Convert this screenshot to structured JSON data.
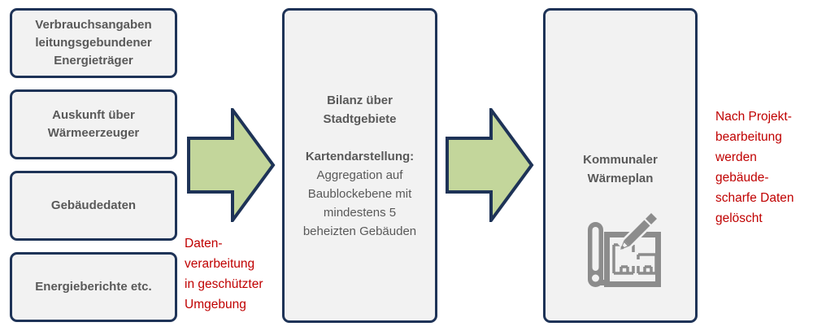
{
  "colors": {
    "box_border": "#1e3357",
    "box_fill": "#f2f2f2",
    "arrow_fill": "#c3d69b",
    "box_text": "#595959",
    "annotation_red": "#c00000",
    "icon_gray": "#8c8c8c"
  },
  "inputs": [
    {
      "label": "Verbrauchsangaben\nleitungsgebundener\nEnergieträger"
    },
    {
      "label": "Auskunft über\nWärmeerzeuger"
    },
    {
      "label": "Gebäudedaten"
    },
    {
      "label": "Energieberichte etc."
    }
  ],
  "process_box": {
    "title": "Bilanz über\nStadtgebiete",
    "map_heading": "Kartendarstellung:",
    "map_description": "Aggregation auf\nBaublockebene mit\nmindestens 5\nbeheizten Gebäuden"
  },
  "output_box": {
    "title": "Kommunaler\nWärmeplan",
    "icon": "blueprint-pencil-icon"
  },
  "annotations": {
    "processing": "Daten-\nverarbeitung\nin geschützter\nUmgebung",
    "deletion": "Nach Projekt-\nbearbeitung\nwerden\ngebäude-\nscharfe Daten\ngelöscht"
  },
  "arrows": [
    "flow-arrow-1",
    "flow-arrow-2"
  ]
}
